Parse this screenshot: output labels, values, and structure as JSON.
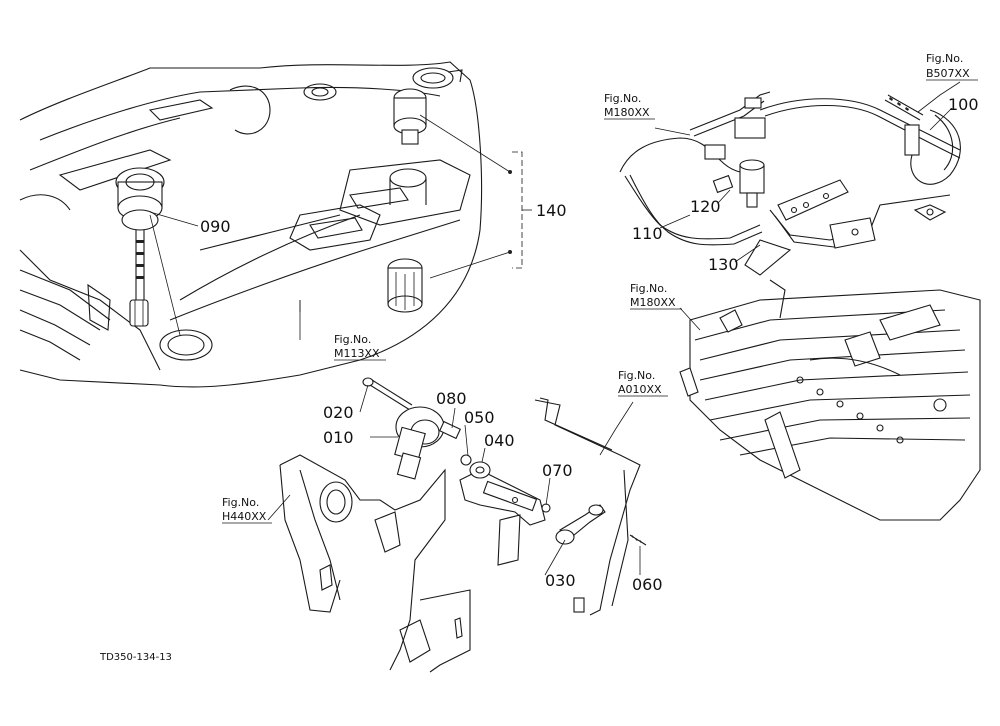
{
  "diagram": {
    "parts": {
      "p010": "010",
      "p020": "020",
      "p030": "030",
      "p040": "040",
      "p050": "050",
      "p060": "060",
      "p070": "070",
      "p080": "080",
      "p090": "090",
      "p100": "100",
      "p110": "110",
      "p120": "120",
      "p130": "130",
      "p140": "140"
    },
    "fig_label": "Fig.No.",
    "fig_refs": {
      "m180_top": "M180XX",
      "b507": "B507XX",
      "m180_mid": "M180XX",
      "m113": "M113XX",
      "a010": "A010XX",
      "h440": "H440XX"
    },
    "drawing_code": "TD350-134-13"
  }
}
